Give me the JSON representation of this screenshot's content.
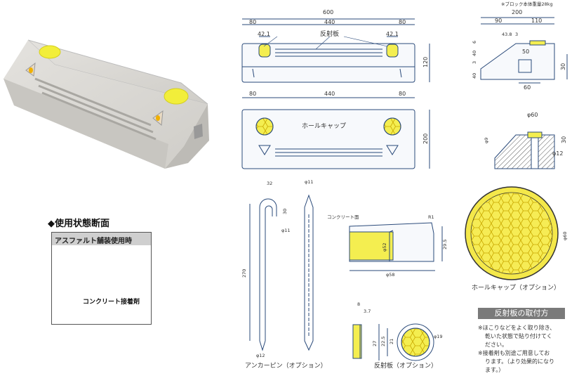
{
  "weight_note": "※ブロック本体重量28kg",
  "top_view": {
    "total": "600",
    "left_offset": "80",
    "center": "440",
    "right_offset": "80",
    "reflector_left": "42.1",
    "reflector_right": "42.1",
    "reflector_label": "反射板",
    "height": "120"
  },
  "plan_view": {
    "left": "80",
    "center": "440",
    "right": "80",
    "depth": "200",
    "hole_cap_label": "ホールキャップ"
  },
  "side_view": {
    "width": "200",
    "w90": "90",
    "w110": "110",
    "w43": "43.8",
    "w3a": "3",
    "h6": "6",
    "h40a": "40",
    "h3": "3",
    "h40b": "40",
    "w50": "50",
    "h30": "30",
    "w60": "60"
  },
  "section_view": {
    "diameter": "φ60",
    "depth30": "30",
    "hole": "φ12",
    "angle": "φ9"
  },
  "anchor_pin": {
    "w32": "32",
    "d11top": "φ11",
    "len30": "30",
    "d11": "φ11",
    "len270": "270",
    "tip": "φ12",
    "caption": "アンカーピン（オプション）"
  },
  "hole_cap_section": {
    "concrete_label": "コンクリート面",
    "r1": "R1",
    "h29": "29.5",
    "d58": "φ58",
    "d52": "φ52"
  },
  "hole_cap_plan": {
    "diameter": "φ60",
    "caption": "ホールキャップ（オプション）"
  },
  "reflector_option": {
    "w8": "8",
    "w37": "3.7",
    "h27": "27",
    "h225": "22.5",
    "h21": "21",
    "d19": "φ19",
    "caption": "反射板（オプション）"
  },
  "usage_section": {
    "title": "◆使用状態断面",
    "header": "アスファルト舗装使用時",
    "adhesive_label": "コンクリート接着剤"
  },
  "install": {
    "heading": "反射板の取付方",
    "notes": [
      "※ほこりなどをよく取り除き、",
      "乾いた状態で貼り付けてく",
      "ださい。",
      "※接着剤も別途ご用意してお",
      "ります。（より効果的になり",
      "ます。）"
    ]
  }
}
